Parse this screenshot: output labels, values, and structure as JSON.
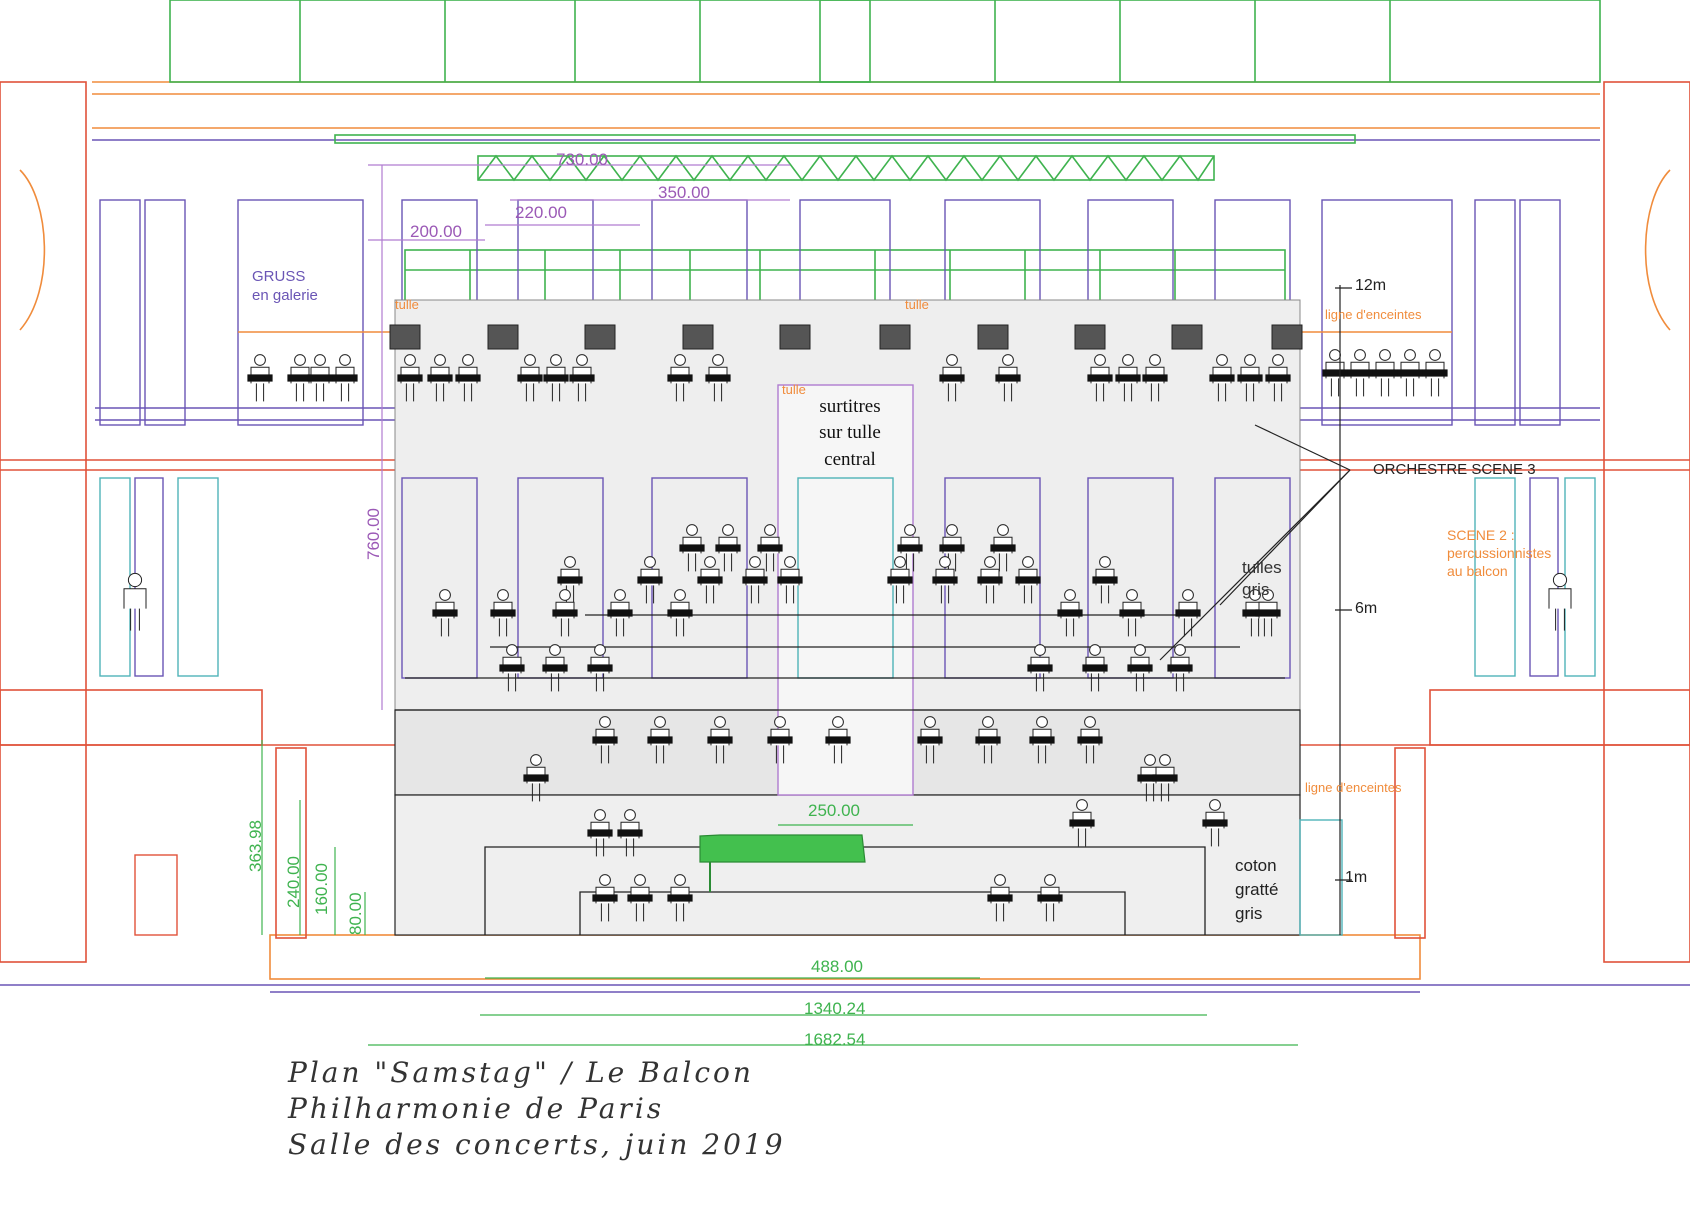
{
  "drawing": {
    "title_lines": [
      "Plan \"Samstag\" / Le Balcon",
      "Philharmonie de Paris",
      "Salle des concerts, juin 2019"
    ]
  },
  "dimensions": {
    "d730": "730.00",
    "d350": "350.00",
    "d220": "220.00",
    "d200": "200.00",
    "d760": "760.00",
    "d250": "250.00",
    "d488": "488.00",
    "d1340": "1340.24",
    "d1682": "1682.54",
    "d363": "363.98",
    "d240": "240.00",
    "d160": "160.00",
    "d80": "80.00"
  },
  "scale_marks": {
    "m12": "12m",
    "m6": "6m",
    "m1": "1m"
  },
  "annotations": {
    "gruss_1": "GRUSS",
    "gruss_2": "en galerie",
    "tulle_left": "tulle",
    "tulle_mid": "tulle",
    "tulle_center": "tulle",
    "surtitres_1": "surtitres",
    "surtitres_2": "sur tulle",
    "surtitres_3": "central",
    "ligne_top": "ligne d'enceintes",
    "ligne_bottom": "ligne d'enceintes",
    "orchestre": "ORCHESTRE SCENE 3",
    "scene2_1": "SCENE 2 :",
    "scene2_2": "percussionnistes",
    "scene2_3": "au balcon",
    "tulles_1": "tulles",
    "tulles_2": "gris",
    "coton_1": "coton",
    "coton_2": "gratté",
    "coton_3": "gris"
  },
  "colors": {
    "orange_structure": "#f08c3c",
    "red_structure": "#e0523a",
    "green_truss": "#3fb34f",
    "purple_frames": "#6a55b5",
    "violet_dims": "#b07cd0",
    "teal_doors": "#4fb3b8",
    "stage_fill": "#eeeeee"
  }
}
